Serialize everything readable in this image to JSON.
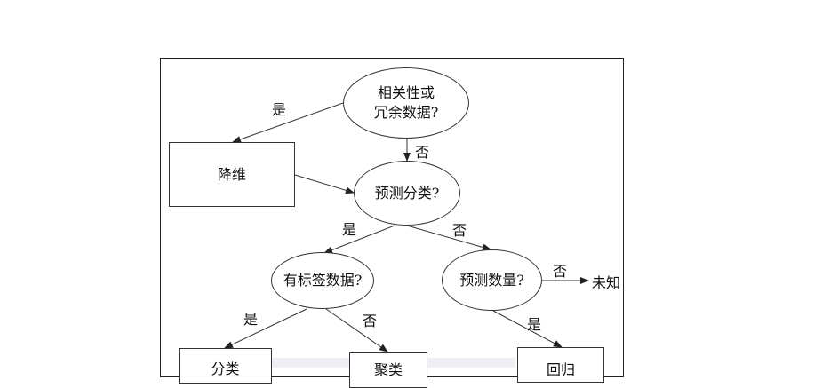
{
  "nodes": {
    "redundant": {
      "line1": "相关性或",
      "line2": "冗余数据?"
    },
    "reduce": "降维",
    "predict_class": "预测分类?",
    "labeled": "有标签数据?",
    "predict_qty": "预测数量?",
    "unknown": "未知",
    "classify": "分类",
    "cluster": "聚类",
    "regression": "回归"
  },
  "edges": {
    "yes": "是",
    "no": "否"
  }
}
